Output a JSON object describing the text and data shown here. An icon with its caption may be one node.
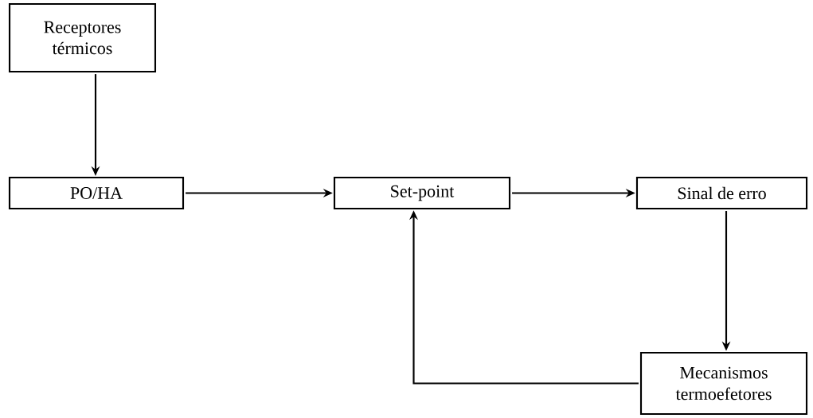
{
  "diagram": {
    "nodes": [
      {
        "text": [
          "Receptores térmicos"
        ]
      },
      {
        "text": [
          "PO/HA"
        ]
      },
      {
        "text": [
          "Set-point"
        ]
      },
      {
        "text": [
          "Sinal de erro"
        ]
      },
      {
        "text": [
          "Mecanismos termoefetores"
        ]
      }
    ],
    "edges": [
      {
        "from": 0,
        "to": 1,
        "arrow": "to"
      },
      {
        "from": 1,
        "to": 2,
        "arrow": "to"
      },
      {
        "from": 2,
        "to": 3,
        "arrow": "to"
      },
      {
        "from": 3,
        "to": 4,
        "arrow": "to"
      },
      {
        "from": 4,
        "to": 2,
        "arrow": "to"
      }
    ]
  }
}
